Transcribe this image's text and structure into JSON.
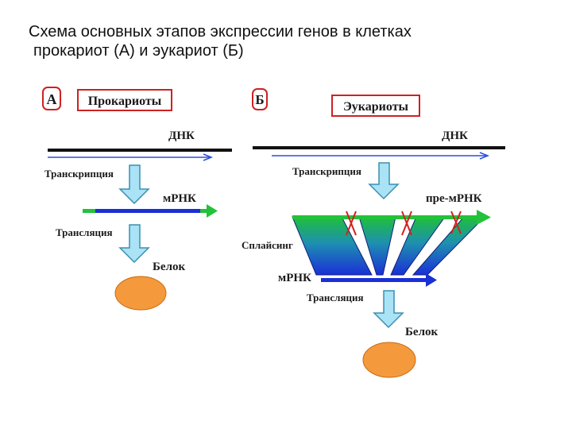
{
  "title": {
    "line1": "Схема основных этапов экспрессии генов в клетках",
    "line2": "прокариот (А) и эукариот (Б)"
  },
  "prokaryote": {
    "letter": "А",
    "name": "Прокариоты",
    "dna": "ДНК",
    "transcription": "Транскрипция",
    "mrna": "мРНК",
    "translation": "Трансляция",
    "protein": "Белок"
  },
  "eukaryote": {
    "letter": "Б",
    "name": "Эукариоты",
    "dna": "ДНК",
    "transcription": "Транскрипция",
    "pre_mrna": "пре-мРНК",
    "splicing": "Сплайсинг",
    "mrna": "мРНК",
    "translation": "Трансляция",
    "protein": "Белок"
  },
  "colors": {
    "box_border": "#cc2222",
    "dna_line": "#111111",
    "dna_arrow": "#2b4fe0",
    "process_arrow_fill": "#a9e3f5",
    "process_arrow_stroke": "#3a8fb3",
    "mrna_blue": "#1a2fd6",
    "mrna_green": "#22c23a",
    "protein_fill": "#f59a3c",
    "intron_mark": "#d42020"
  }
}
